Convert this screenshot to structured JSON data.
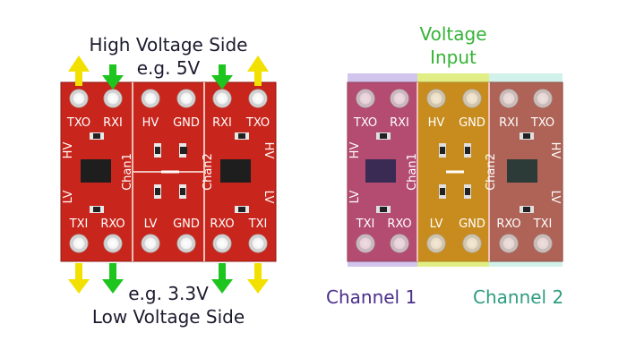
{
  "left_board": {
    "top_label_line1": "High Voltage Side",
    "top_label_line2": "e.g. 5V",
    "bottom_label_line1": "e.g. 3.3V",
    "bottom_label_line2": "Low Voltage Side",
    "pins_top": [
      "TXO",
      "RXI",
      "HV",
      "GND",
      "RXI",
      "TXO"
    ],
    "pins_bottom": [
      "TXI",
      "RXO",
      "LV",
      "GND",
      "RXO",
      "TXI"
    ],
    "side_hv": "HV",
    "side_lv": "LV",
    "chan1": "Chan1",
    "chan2": "Chan2"
  },
  "right_board": {
    "voltage_input_line1": "Voltage",
    "voltage_input_line2": "Input",
    "channel1_label": "Channel 1",
    "channel2_label": "Channel 2",
    "pins_top": [
      "TXO",
      "RXI",
      "HV",
      "GND",
      "RXI",
      "TXO"
    ],
    "pins_bottom": [
      "TXI",
      "RXO",
      "LV",
      "GND",
      "RXO",
      "TXI"
    ],
    "side_hv": "HV",
    "side_lv": "LV",
    "chan1": "Chan1",
    "chan2": "Chan2"
  },
  "colors": {
    "pcb_red": "#c8261c",
    "arrow_yellow": "#f2e000",
    "arrow_green": "#1ec51e",
    "channel1": "#4b2f8a",
    "voltage_input": "#36b336",
    "channel2": "#2f9c7e"
  }
}
